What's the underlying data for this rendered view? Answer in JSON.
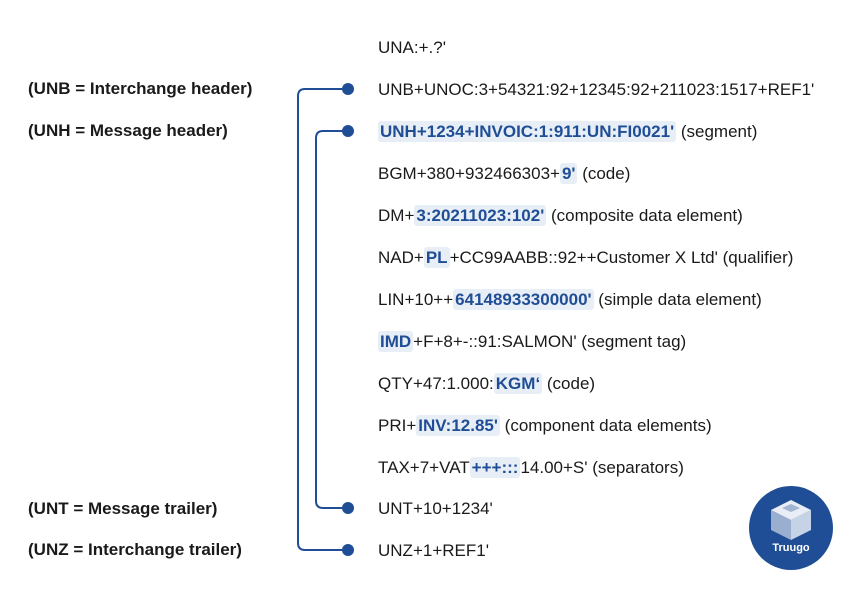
{
  "labels": {
    "unb": "(UNB = Interchange header)",
    "unh": "(UNH = Message header)",
    "unt": "(UNT = Message trailer)",
    "unz": "(UNZ = Interchange trailer)"
  },
  "lines": [
    {
      "pre": "UNA:+.?'",
      "hl": "",
      "post": "",
      "note": ""
    },
    {
      "pre": "UNB+UNOC:3+54321:92+12345:92+211023:1517+REF1'",
      "hl": "",
      "post": "",
      "note": ""
    },
    {
      "pre": "",
      "hl": "UNH+1234+INVOIC:1:911:UN:FI0021'",
      "post": "",
      "note": " (segment)"
    },
    {
      "pre": "BGM+380+932466303+",
      "hl": "9'",
      "post": "",
      "note": " (code)"
    },
    {
      "pre": "DM+",
      "hl": "3:20211023:102'",
      "post": "",
      "note": " (composite data element)"
    },
    {
      "pre": "NAD+",
      "hl": "PL",
      "post": "+CC99AABB::92++Customer X Ltd'",
      "note": " (qualifier)"
    },
    {
      "pre": "LIN+10++",
      "hl": "64148933300000'",
      "post": "",
      "note": " (simple data element)"
    },
    {
      "pre": "",
      "hl": "IMD",
      "post": "+F+8+-::91:SALMON'",
      "note": " (segment tag)"
    },
    {
      "pre": "QTY+47:1.000:",
      "hl": "KGM‘",
      "post": "",
      "note": " (code)"
    },
    {
      "pre": "PRI+",
      "hl": "INV:12.85'",
      "post": "",
      "note": " (component data elements)"
    },
    {
      "pre": "TAX+7+VAT",
      "hl": "+++:::",
      "post": "14.00+S'",
      "note": " (separators)"
    },
    {
      "pre": "UNT+10+1234'",
      "hl": "",
      "post": "",
      "note": ""
    },
    {
      "pre": "UNZ+1+REF1'",
      "hl": "",
      "post": "",
      "note": ""
    }
  ],
  "logo": {
    "name": "cube-logo-icon",
    "text": "Truugo"
  },
  "colors": {
    "accent": "#1f4e96",
    "highlight_bg": "#e8eef6"
  }
}
